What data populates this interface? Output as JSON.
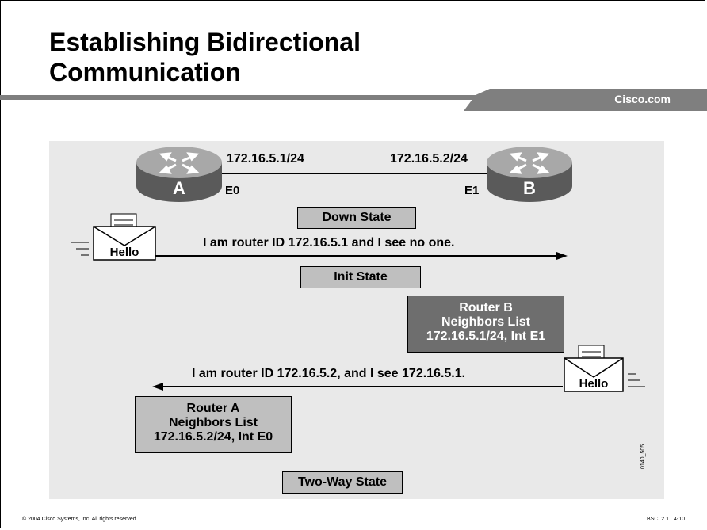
{
  "slide": {
    "title": "Establishing Bidirectional Communication",
    "brand": "Cisco.com"
  },
  "routers": {
    "a": {
      "letter": "A",
      "ip": "172.16.5.1/24",
      "interface": "E0"
    },
    "b": {
      "letter": "B",
      "ip": "172.16.5.2/24",
      "interface": "E1"
    }
  },
  "states": {
    "down": "Down State",
    "init": "Init State",
    "two_way": "Two-Way State"
  },
  "messages": {
    "hello_a_to_b": "I am router ID 172.16.5.1 and I see no one.",
    "hello_b_to_a": "I am router ID 172.16.5.2, and I see 172.16.5.1.",
    "hello_label": "Hello"
  },
  "neighbor_lists": {
    "router_b": {
      "line1": "Router B",
      "line2": "Neighbors List",
      "line3": "172.16.5.1/24, Int E1",
      "color": "#6e6e6e"
    },
    "router_a": {
      "line1": "Router A",
      "line2": "Neighbors List",
      "line3": "172.16.5.2/24, Int E0",
      "color": "#bfbfbf"
    }
  },
  "footer": {
    "copyright": "© 2004 Cisco Systems, Inc. All rights reserved.",
    "course_ref": "BSCI 2.1",
    "page_ref": "4-10",
    "figure_code": "0140_505"
  },
  "colors": {
    "title_bar": "#7f7f7f",
    "router_body": "#8f8f8f",
    "router_dark": "#5a5a5a",
    "state_box": "#bfbfbf",
    "diagram_bg": "#e9e9e9"
  }
}
